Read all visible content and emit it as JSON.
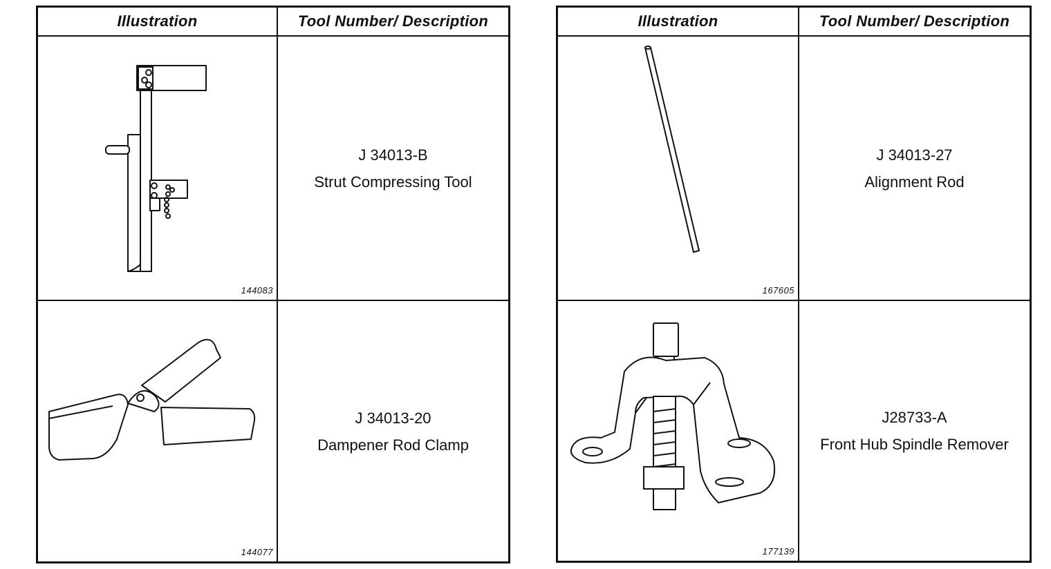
{
  "tables": [
    {
      "headers": {
        "illustration": "Illustration",
        "description": "Tool Number/ Description"
      },
      "rows": [
        {
          "tool_number": "J 34013-B",
          "description": "Strut Compressing Tool",
          "figure_number": "144083",
          "icon": "strut-compressing-tool-icon"
        },
        {
          "tool_number": "J 34013-20",
          "description": "Dampener Rod Clamp",
          "figure_number": "144077",
          "icon": "dampener-rod-clamp-icon"
        }
      ]
    },
    {
      "headers": {
        "illustration": "Illustration",
        "description": "Tool Number/ Description"
      },
      "rows": [
        {
          "tool_number": "J 34013-27",
          "description": "Alignment Rod",
          "figure_number": "167605",
          "icon": "alignment-rod-icon"
        },
        {
          "tool_number": "J28733-A",
          "description": "Front Hub Spindle Remover",
          "figure_number": "177139",
          "icon": "hub-spindle-remover-icon"
        }
      ]
    }
  ]
}
